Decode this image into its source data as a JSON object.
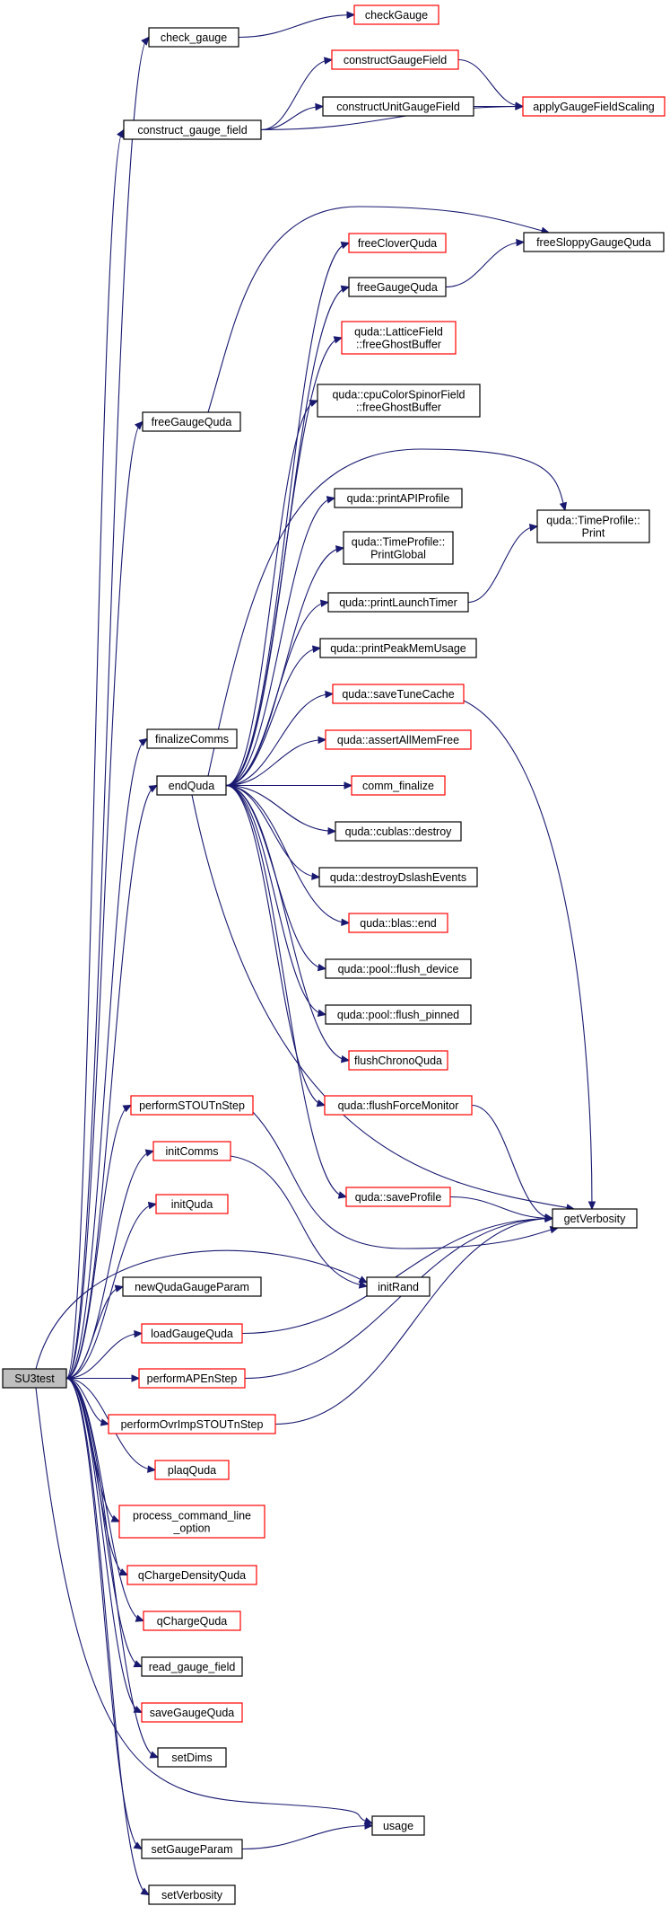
{
  "colors": {
    "edge": "#191970",
    "node_border_default": "#000000",
    "node_border_truncated": "#ff0000",
    "root_fill": "#bfbfbf",
    "node_fill": "#ffffff"
  },
  "nodes": [
    {
      "id": "su3test",
      "label": "SU3test",
      "root": true
    },
    {
      "id": "check_gauge",
      "label": "check_gauge"
    },
    {
      "id": "checkGauge",
      "label": "checkGauge",
      "red": true
    },
    {
      "id": "construct_gauge_field",
      "label": "construct_gauge_field"
    },
    {
      "id": "constructGaugeField",
      "label": "constructGaugeField",
      "red": true
    },
    {
      "id": "constructUnitGaugeField",
      "label": "constructUnitGaugeField"
    },
    {
      "id": "applyGaugeFieldScaling",
      "label": "applyGaugeFieldScaling",
      "red": true
    },
    {
      "id": "freeGaugeQuda_top",
      "label": "freeGaugeQuda"
    },
    {
      "id": "freeSloppyGaugeQuda",
      "label": "freeSloppyGaugeQuda"
    },
    {
      "id": "freeCloverQuda",
      "label": "freeCloverQuda",
      "red": true
    },
    {
      "id": "freeGaugeQuda_inner",
      "label": "freeGaugeQuda"
    },
    {
      "id": "latticeFieldFreeGhost",
      "label": "quda::LatticeField\n::freeGhostBuffer",
      "red": true
    },
    {
      "id": "cpuColorSpinorFreeGhost",
      "label": "quda::cpuColorSpinorField\n::freeGhostBuffer"
    },
    {
      "id": "printAPIProfile",
      "label": "quda::printAPIProfile"
    },
    {
      "id": "timeProfilePrintGlobal",
      "label": "quda::TimeProfile::\nPrintGlobal"
    },
    {
      "id": "timeProfilePrint",
      "label": "quda::TimeProfile::\nPrint"
    },
    {
      "id": "printLaunchTimer",
      "label": "quda::printLaunchTimer"
    },
    {
      "id": "printPeakMemUsage",
      "label": "quda::printPeakMemUsage"
    },
    {
      "id": "saveTuneCache",
      "label": "quda::saveTuneCache",
      "red": true
    },
    {
      "id": "assertAllMemFree",
      "label": "quda::assertAllMemFree",
      "red": true
    },
    {
      "id": "finalizeComms",
      "label": "finalizeComms"
    },
    {
      "id": "endQuda",
      "label": "endQuda"
    },
    {
      "id": "comm_finalize",
      "label": "comm_finalize",
      "red": true
    },
    {
      "id": "cublasDestroy",
      "label": "quda::cublas::destroy"
    },
    {
      "id": "destroyDslashEvents",
      "label": "quda::destroyDslashEvents"
    },
    {
      "id": "blasEnd",
      "label": "quda::blas::end",
      "red": true
    },
    {
      "id": "poolFlushDevice",
      "label": "quda::pool::flush_device"
    },
    {
      "id": "poolFlushPinned",
      "label": "quda::pool::flush_pinned"
    },
    {
      "id": "flushChronoQuda",
      "label": "flushChronoQuda",
      "red": true
    },
    {
      "id": "flushForceMonitor",
      "label": "quda::flushForceMonitor",
      "red": true
    },
    {
      "id": "performSTOUTnStep",
      "label": "performSTOUTnStep",
      "red": true
    },
    {
      "id": "initComms",
      "label": "initComms",
      "red": true
    },
    {
      "id": "saveProfile",
      "label": "quda::saveProfile",
      "red": true
    },
    {
      "id": "getVerbosity",
      "label": "getVerbosity"
    },
    {
      "id": "initQuda",
      "label": "initQuda",
      "red": true
    },
    {
      "id": "initRand",
      "label": "initRand"
    },
    {
      "id": "newQudaGaugeParam",
      "label": "newQudaGaugeParam"
    },
    {
      "id": "loadGaugeQuda",
      "label": "loadGaugeQuda",
      "red": true
    },
    {
      "id": "performAPEnStep",
      "label": "performAPEnStep",
      "red": true
    },
    {
      "id": "performOvrImpSTOUTnStep",
      "label": "performOvrImpSTOUTnStep",
      "red": true
    },
    {
      "id": "plaqQuda",
      "label": "plaqQuda",
      "red": true
    },
    {
      "id": "processCommandLine",
      "label": "process_command_line\n_option",
      "red": true
    },
    {
      "id": "qChargeDensityQuda",
      "label": "qChargeDensityQuda",
      "red": true
    },
    {
      "id": "qChargeQuda",
      "label": "qChargeQuda",
      "red": true
    },
    {
      "id": "read_gauge_field",
      "label": "read_gauge_field"
    },
    {
      "id": "saveGaugeQuda",
      "label": "saveGaugeQuda",
      "red": true
    },
    {
      "id": "setDims",
      "label": "setDims"
    },
    {
      "id": "usage",
      "label": "usage"
    },
    {
      "id": "setGaugeParam",
      "label": "setGaugeParam"
    },
    {
      "id": "setVerbosity",
      "label": "setVerbosity"
    }
  ],
  "edges": [
    [
      "su3test",
      "check_gauge"
    ],
    [
      "su3test",
      "construct_gauge_field"
    ],
    [
      "su3test",
      "freeGaugeQuda_top"
    ],
    [
      "su3test",
      "finalizeComms"
    ],
    [
      "su3test",
      "endQuda"
    ],
    [
      "su3test",
      "performSTOUTnStep"
    ],
    [
      "su3test",
      "initComms"
    ],
    [
      "su3test",
      "initQuda"
    ],
    [
      "su3test",
      "initRand"
    ],
    [
      "su3test",
      "newQudaGaugeParam"
    ],
    [
      "su3test",
      "loadGaugeQuda"
    ],
    [
      "su3test",
      "performAPEnStep"
    ],
    [
      "su3test",
      "performOvrImpSTOUTnStep"
    ],
    [
      "su3test",
      "plaqQuda"
    ],
    [
      "su3test",
      "processCommandLine"
    ],
    [
      "su3test",
      "qChargeDensityQuda"
    ],
    [
      "su3test",
      "qChargeQuda"
    ],
    [
      "su3test",
      "read_gauge_field"
    ],
    [
      "su3test",
      "saveGaugeQuda"
    ],
    [
      "su3test",
      "setDims"
    ],
    [
      "su3test",
      "usage"
    ],
    [
      "su3test",
      "setGaugeParam"
    ],
    [
      "su3test",
      "setVerbosity"
    ],
    [
      "check_gauge",
      "checkGauge"
    ],
    [
      "construct_gauge_field",
      "constructGaugeField"
    ],
    [
      "construct_gauge_field",
      "constructUnitGaugeField"
    ],
    [
      "construct_gauge_field",
      "applyGaugeFieldScaling"
    ],
    [
      "constructGaugeField",
      "applyGaugeFieldScaling"
    ],
    [
      "constructUnitGaugeField",
      "applyGaugeFieldScaling"
    ],
    [
      "freeGaugeQuda_top",
      "freeSloppyGaugeQuda"
    ],
    [
      "freeGaugeQuda_inner",
      "freeSloppyGaugeQuda"
    ],
    [
      "endQuda",
      "freeCloverQuda"
    ],
    [
      "endQuda",
      "freeGaugeQuda_inner"
    ],
    [
      "endQuda",
      "latticeFieldFreeGhost"
    ],
    [
      "endQuda",
      "cpuColorSpinorFreeGhost"
    ],
    [
      "endQuda",
      "timeProfilePrint"
    ],
    [
      "endQuda",
      "printAPIProfile"
    ],
    [
      "endQuda",
      "timeProfilePrintGlobal"
    ],
    [
      "endQuda",
      "printLaunchTimer"
    ],
    [
      "endQuda",
      "printPeakMemUsage"
    ],
    [
      "endQuda",
      "saveTuneCache"
    ],
    [
      "endQuda",
      "assertAllMemFree"
    ],
    [
      "endQuda",
      "comm_finalize"
    ],
    [
      "endQuda",
      "cublasDestroy"
    ],
    [
      "endQuda",
      "destroyDslashEvents"
    ],
    [
      "endQuda",
      "blasEnd"
    ],
    [
      "endQuda",
      "poolFlushDevice"
    ],
    [
      "endQuda",
      "poolFlushPinned"
    ],
    [
      "endQuda",
      "flushChronoQuda"
    ],
    [
      "endQuda",
      "flushForceMonitor"
    ],
    [
      "endQuda",
      "saveProfile"
    ],
    [
      "endQuda",
      "getVerbosity"
    ],
    [
      "printLaunchTimer",
      "timeProfilePrint"
    ],
    [
      "saveTuneCache",
      "getVerbosity"
    ],
    [
      "flushForceMonitor",
      "getVerbosity"
    ],
    [
      "saveProfile",
      "getVerbosity"
    ],
    [
      "performSTOUTnStep",
      "getVerbosity"
    ],
    [
      "initComms",
      "initRand"
    ],
    [
      "loadGaugeQuda",
      "getVerbosity"
    ],
    [
      "performAPEnStep",
      "getVerbosity"
    ],
    [
      "performOvrImpSTOUTnStep",
      "getVerbosity"
    ],
    [
      "setGaugeParam",
      "usage"
    ]
  ]
}
